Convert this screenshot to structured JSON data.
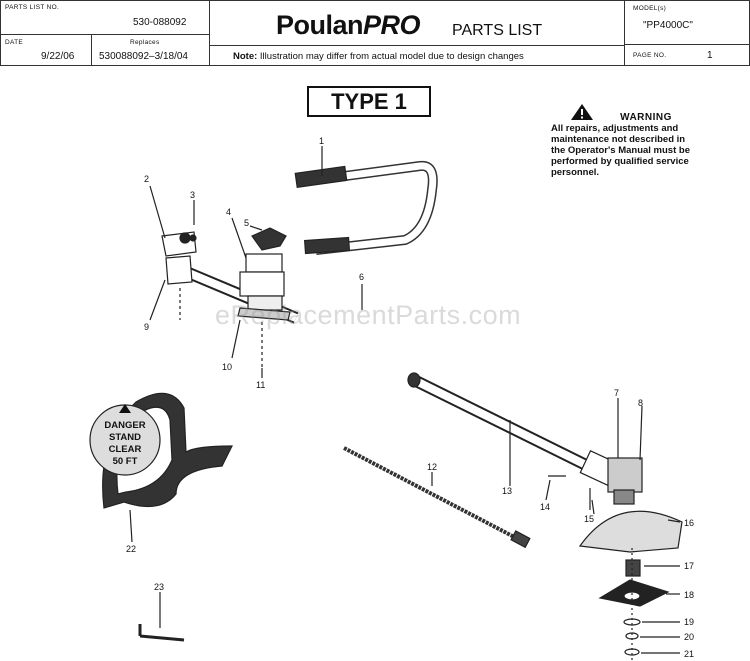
{
  "header": {
    "parts_list_no_label": "PARTS LIST NO.",
    "parts_list_no": "530-088092",
    "date_label": "DATE",
    "date": "9/22/06",
    "replaces_label": "Replaces",
    "replaces": "530088092–3/18/04",
    "brand_main": "Poulan",
    "brand_pro": "PRO",
    "title": "PARTS LIST",
    "note_bold": "Note:",
    "note_text": "Illustration may differ from actual model due to design changes",
    "model_label": "MODEL(s)",
    "model": "\"PP4000C\"",
    "page_label": "PAGE   NO.",
    "page": "1"
  },
  "type_label": "TYPE 1",
  "warning": {
    "title": "WARNING",
    "lines": [
      "All repairs, adjustments and",
      "maintenance not described in",
      "the Operator's Manual must be",
      "performed by qualified service",
      "personnel."
    ]
  },
  "danger_tag": [
    "DANGER",
    "STAND",
    "CLEAR",
    "50 FT"
  ],
  "watermark": "eReplacementParts.com",
  "callouts": [
    "1",
    "2",
    "3",
    "4",
    "5",
    "6",
    "7",
    "8",
    "9",
    "10",
    "11",
    "12",
    "13",
    "14",
    "15",
    "16",
    "17",
    "18",
    "19",
    "20",
    "21",
    "22",
    "23"
  ]
}
